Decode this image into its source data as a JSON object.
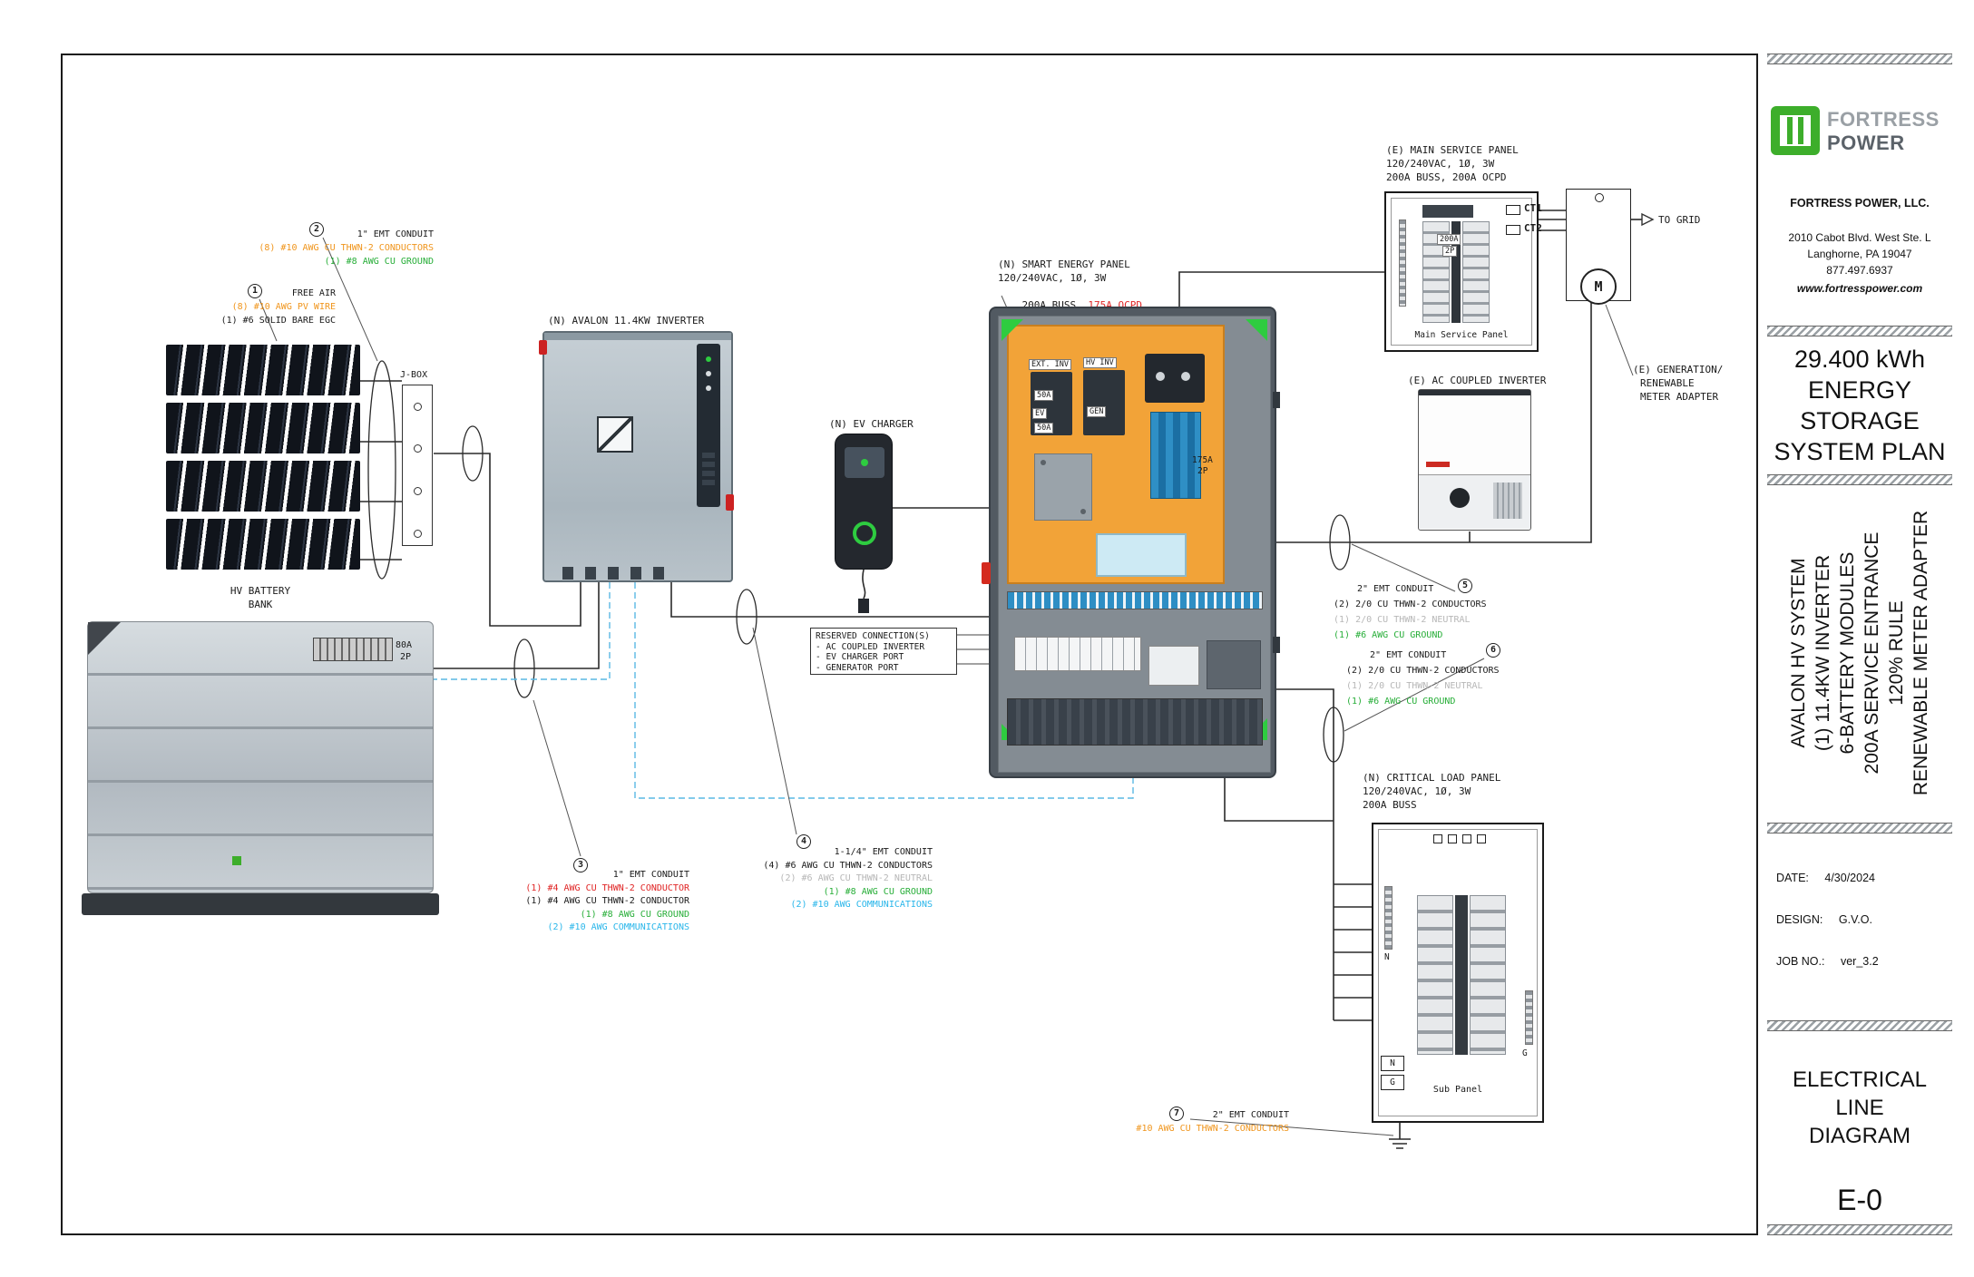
{
  "colors": {
    "conductor_orange": "#f0951c",
    "ground_green": "#27ae38",
    "hot_red": "#e02424",
    "neutral_gray": "#b7b7b7",
    "comm_cyan": "#29b6ea",
    "comm_wire_blue": "#5ab8e4",
    "brand_green": "#3dae2b",
    "panel_orange": "#f2a338"
  },
  "titleblock": {
    "brand_top": "FORTRESS",
    "brand_bottom": "POWER",
    "company": "FORTRESS POWER, LLC.",
    "address_lines": [
      "2010 Cabot Blvd. West Ste. L",
      "Langhorne, PA 19047",
      "877.497.6937"
    ],
    "website": "www.fortresspower.com",
    "plan_title_lines": [
      "29.400 kWh",
      "ENERGY",
      "STORAGE",
      "SYSTEM PLAN"
    ],
    "system_lines": [
      "AVALON HV SYSTEM",
      "(1) 11.4KW INVERTER",
      "6-BATTERY MODULES",
      "200A SERVICE ENTRANCE",
      "120% RULE",
      "RENEWABLE METER ADAPTER"
    ],
    "date_label": "DATE:",
    "date_value": "4/30/2024",
    "design_label": "DESIGN:",
    "design_value": "G.V.O.",
    "job_label": "JOB NO.:",
    "job_value": "ver_3.2",
    "sheet_title_lines": [
      "ELECTRICAL",
      "LINE",
      "DIAGRAM"
    ],
    "sheet_number": "E-0"
  },
  "diagram": {
    "jbox_label": "J-BOX",
    "inverter_label": "(N) AVALON 11.4KW INVERTER",
    "battery_label_lines": [
      "HV BATTERY",
      "BANK"
    ],
    "battery_breaker": {
      "amps": "80A",
      "poles": "2P"
    },
    "ev_label": "(N) EV CHARGER",
    "smart_panel": {
      "label1": "(N) SMART ENERGY PANEL",
      "label2": "120/240VAC, 1Ø, 3W",
      "label3_black": "200A BUSS, ",
      "label3_red": "175A OCPD",
      "ext_inv": "EXT. INV",
      "hv_inv": "HV INV",
      "b1": "50A",
      "b2": "50A",
      "ev": "EV",
      "gen": "GEN",
      "main_breaker": {
        "amps": "175A",
        "poles": "2P"
      }
    },
    "reserved": {
      "title": "RESERVED CONNECTION(S)",
      "items": [
        "- AC COUPLED INVERTER",
        "- EV CHARGER PORT",
        "- GENERATOR PORT"
      ]
    },
    "main_panel": {
      "label1": "(E) MAIN SERVICE PANEL",
      "label2": "120/240VAC, 1Ø, 3W",
      "label3": "200A BUSS, 200A OCPD",
      "breaker": {
        "amps": "200A",
        "poles": "2P"
      },
      "caption": "Main Service Panel",
      "ct1": "CT1",
      "ct2": "CT2"
    },
    "to_grid": "TO GRID",
    "meter": {
      "label1": "(E) GENERATION/",
      "label2": "RENEWABLE",
      "label3": "METER ADAPTER",
      "symbol": "M"
    },
    "ac_inverter_label": "(E) AC COUPLED INVERTER",
    "critical_panel": {
      "label1": "(N) CRITICAL LOAD PANEL",
      "label2": "120/240VAC, 1Ø, 3W",
      "label3": "200A BUSS",
      "caption": "Sub Panel",
      "n": "N",
      "g": "G"
    }
  },
  "callouts": [
    {
      "num": "1",
      "lines": [
        {
          "t": "FREE AIR",
          "c": "k"
        },
        {
          "t": "(8) #10 AWG PV WIRE",
          "c": "o"
        },
        {
          "t": "(1) #6 SOLID BARE EGC",
          "c": "k"
        }
      ]
    },
    {
      "num": "2",
      "lines": [
        {
          "t": "1\" EMT CONDUIT",
          "c": "k"
        },
        {
          "t": "(8) #10 AWG CU THWN-2 CONDUCTORS",
          "c": "o"
        },
        {
          "t": "(1) #8 AWG CU GROUND",
          "c": "g"
        }
      ]
    },
    {
      "num": "3",
      "lines": [
        {
          "t": "1\" EMT CONDUIT",
          "c": "k"
        },
        {
          "t": "(1) #4 AWG CU THWN-2 CONDUCTOR",
          "c": "r"
        },
        {
          "t": "(1) #4 AWG CU THWN-2 CONDUCTOR",
          "c": "k"
        },
        {
          "t": "(1) #8 AWG CU GROUND",
          "c": "g"
        },
        {
          "t": "(2) #10 AWG COMMUNICATIONS",
          "c": "cy"
        }
      ]
    },
    {
      "num": "4",
      "lines": [
        {
          "t": "1-1/4\" EMT CONDUIT",
          "c": "k"
        },
        {
          "t": "(4) #6 AWG CU THWN-2 CONDUCTORS",
          "c": "k"
        },
        {
          "t": "(2) #6 AWG CU THWN-2 NEUTRAL",
          "c": "gr"
        },
        {
          "t": "(1) #8 AWG CU GROUND",
          "c": "g"
        },
        {
          "t": "(2) #10 AWG COMMUNICATIONS",
          "c": "cy"
        }
      ]
    },
    {
      "num": "5",
      "lines": [
        {
          "t": "2\" EMT CONDUIT",
          "c": "k"
        },
        {
          "t": "(2) 2/0 CU THWN-2 CONDUCTORS",
          "c": "k"
        },
        {
          "t": "(1) 2/0 CU THWN-2 NEUTRAL",
          "c": "gr"
        },
        {
          "t": "(1) #6 AWG CU GROUND",
          "c": "g"
        }
      ]
    },
    {
      "num": "6",
      "lines": [
        {
          "t": "2\" EMT CONDUIT",
          "c": "k"
        },
        {
          "t": "(2) 2/0 CU THWN-2 CONDUCTORS",
          "c": "k"
        },
        {
          "t": "(1) 2/0 CU THWN-2 NEUTRAL",
          "c": "gr"
        },
        {
          "t": "(1) #6 AWG CU GROUND",
          "c": "g"
        }
      ]
    },
    {
      "num": "7",
      "lines": [
        {
          "t": "2\" EMT CONDUIT",
          "c": "k"
        },
        {
          "t": "#10 AWG CU THWN-2 CONDUCTORS",
          "c": "o"
        }
      ]
    }
  ]
}
